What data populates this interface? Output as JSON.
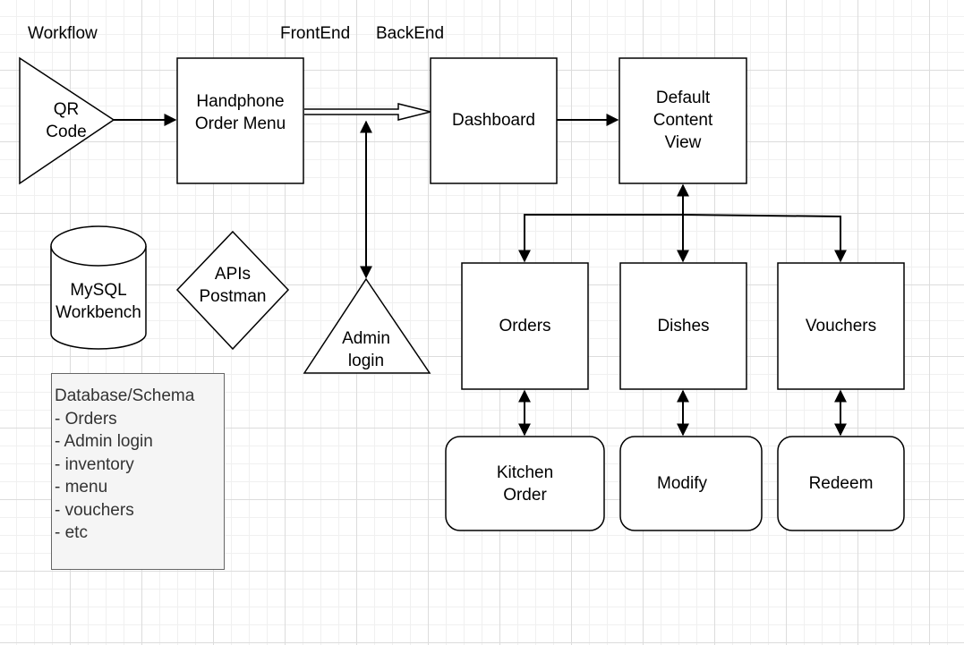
{
  "headings": {
    "workflow": "Workflow",
    "frontend": "FrontEnd",
    "backend": "BackEnd"
  },
  "nodes": {
    "qr_code": "QR\nCode",
    "handphone_order_menu": "Handphone\nOrder Menu",
    "dashboard": "Dashboard",
    "default_content_view": "Default\nContent\nView",
    "mysql_workbench": "MySQL\nWorkbench",
    "apis_postman": "APIs\nPostman",
    "admin_login": "Admin\nlogin",
    "orders": "Orders",
    "dishes": "Dishes",
    "vouchers": "Vouchers",
    "kitchen_order": "Kitchen\nOrder",
    "modify": "Modify",
    "redeem": "Redeem"
  },
  "schema": {
    "title": "Database/Schema",
    "items": [
      "- Orders",
      "- Admin login",
      "- inventory",
      "- menu",
      "- vouchers",
      "- etc"
    ]
  },
  "colors": {
    "grid_major": "#dcdcdc",
    "grid_minor": "#f0f0f0",
    "stroke": "#000000",
    "note_fill": "#f5f5f5",
    "note_border": "#666666",
    "note_text": "#333333"
  }
}
